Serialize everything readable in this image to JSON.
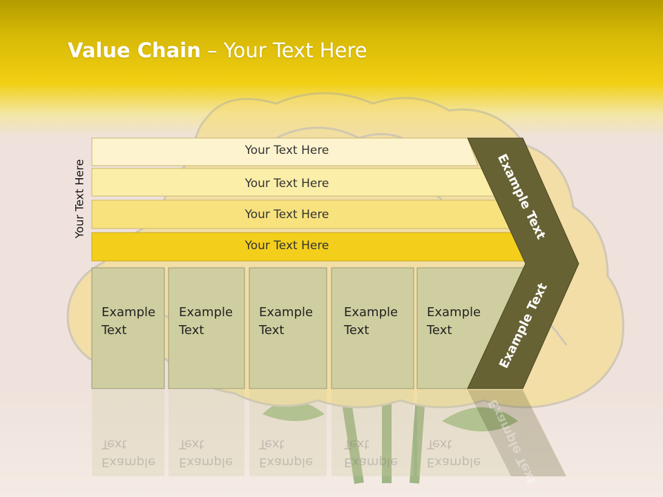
{
  "slide": {
    "title_bold": "Value Chain",
    "title_rest": " – Your Text Here",
    "vertical_label": "Your Text Here",
    "rows": [
      {
        "label": "Your Text Here",
        "color": "#fdf4cf"
      },
      {
        "label": "Your Text Here",
        "color": "#fbeea8"
      },
      {
        "label": "Your Text Here",
        "color": "#f8e27e"
      },
      {
        "label": "Your Text Here",
        "color": "#f3cf1c"
      }
    ],
    "boxes": [
      {
        "line1": "Example",
        "line2": "Text"
      },
      {
        "line1": "Example",
        "line2": "Text"
      },
      {
        "line1": "Example",
        "line2": "Text"
      },
      {
        "line1": "Example",
        "line2": "Text"
      },
      {
        "line1": "Example",
        "line2": "Text"
      }
    ],
    "chevron_upper_text": "Example Text",
    "chevron_lower_text": "Example Text",
    "colors": {
      "chevron": "#676234",
      "box_fill": "#cfcea0",
      "box_border": "#9a9877",
      "header_yellow": "#f2cf12"
    }
  }
}
